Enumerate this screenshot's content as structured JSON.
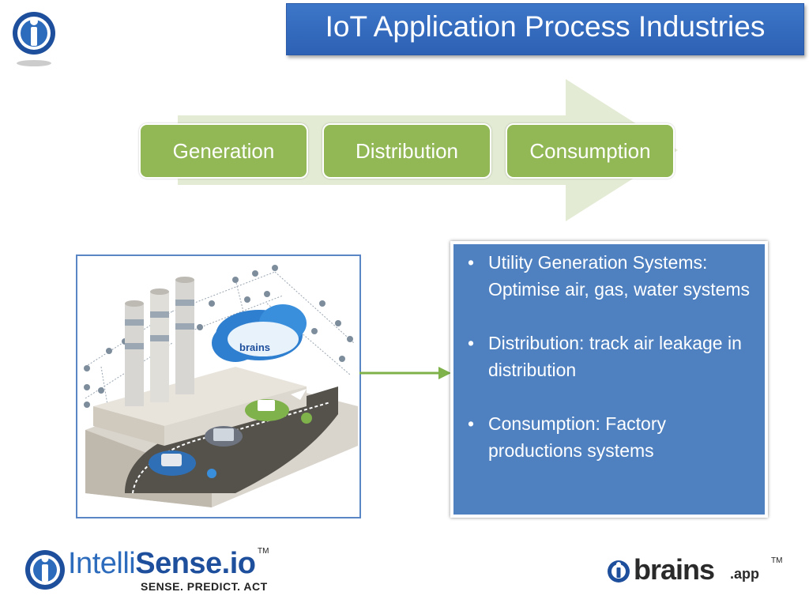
{
  "title": "IoT Application Process Industries",
  "process": {
    "stages": [
      "Generation",
      "Distribution",
      "Consumption"
    ]
  },
  "info": {
    "bullet_char": "•",
    "items": [
      "Utility Generation Systems: Optimise air, gas, water systems",
      "Distribution: track air leakage in distribution",
      "Consumption: Factory productions systems"
    ]
  },
  "illustration": {
    "cloud_label": "brains"
  },
  "logos": {
    "intellisense_part1": "Intelli",
    "intellisense_part2": "Sense.io",
    "intellisense_tagline": "SENSE. PREDICT. ACT",
    "intellisense_tm": "TM",
    "brains_name": "brains",
    "brains_suffix": ".app",
    "brains_tm": "TM"
  },
  "colors": {
    "title_bg": "#2d61b4",
    "stage_green": "#92b755",
    "arrow_light": "#e3ebd4",
    "info_bg": "#4f81c1",
    "connector_green": "#7fb24a"
  }
}
